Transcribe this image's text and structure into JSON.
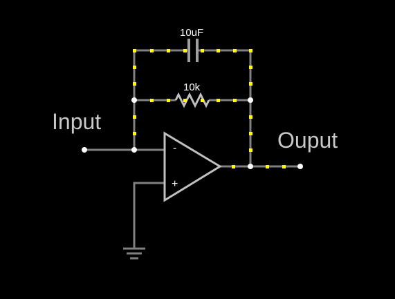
{
  "labels": {
    "input": "Input",
    "output": "Ouput",
    "capacitor": "10uF",
    "resistor": "10k",
    "inverting": "-",
    "noninverting": "+"
  },
  "colors": {
    "background": "#000000",
    "wire": "#808080",
    "current_dots": "#ffff00",
    "node": "#ffffff",
    "component": "#c0c0c0"
  }
}
